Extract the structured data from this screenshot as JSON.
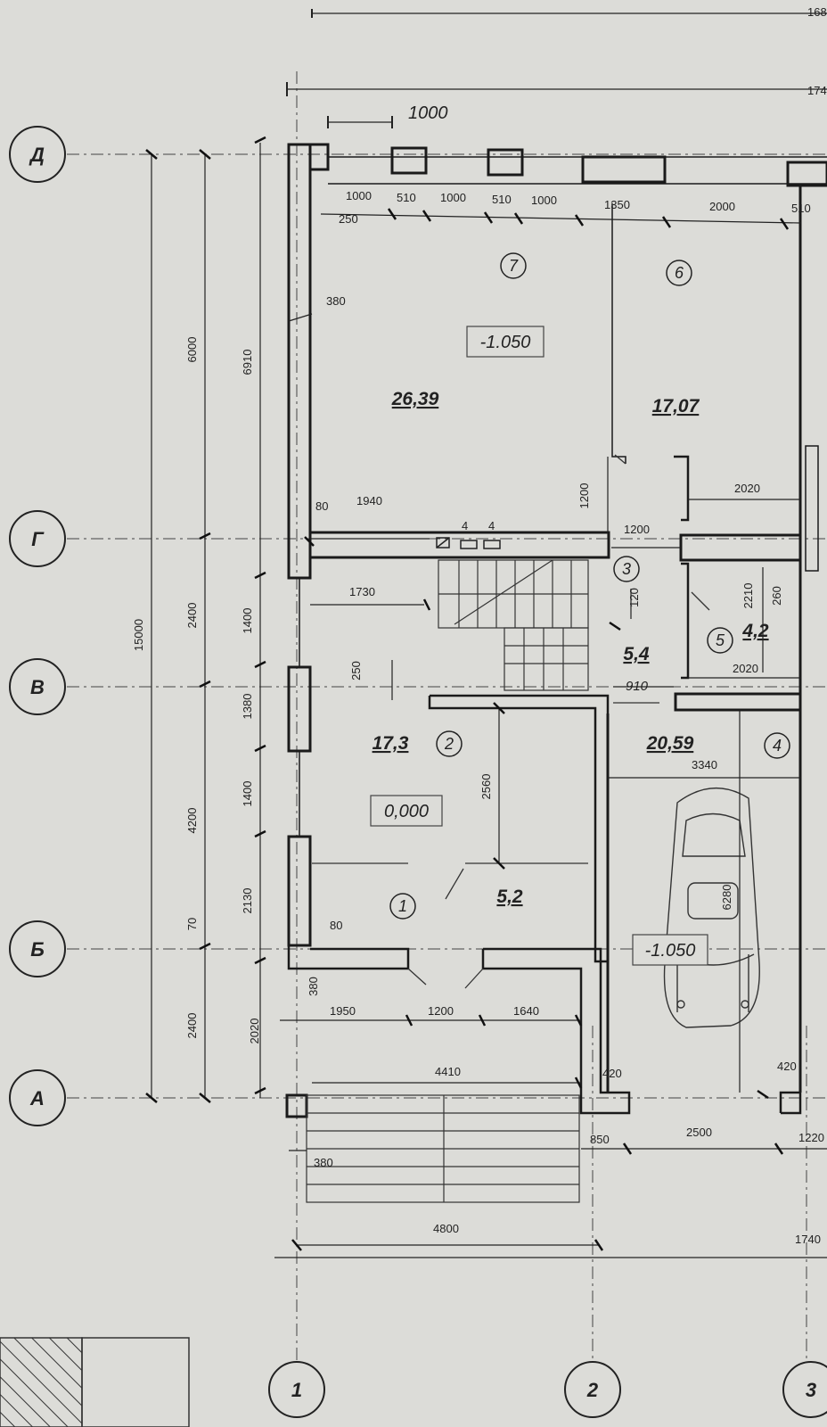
{
  "axes": {
    "rows": [
      {
        "label": "Д"
      },
      {
        "label": "Г"
      },
      {
        "label": "В"
      },
      {
        "label": "Б"
      },
      {
        "label": "А"
      }
    ],
    "cols": [
      {
        "label": "1"
      },
      {
        "label": "2"
      },
      {
        "label": "3"
      }
    ]
  },
  "rooms": [
    {
      "number": "7",
      "area": "26,39",
      "level": "-1.050"
    },
    {
      "number": "6",
      "area": "17,07"
    },
    {
      "number": "3",
      "area": "5,4"
    },
    {
      "number": "5",
      "area": "4,2"
    },
    {
      "number": "2",
      "area": "17,3",
      "level": "0,000"
    },
    {
      "number": "4",
      "area": "20,59",
      "level": "-1.050"
    },
    {
      "number": "1",
      "area": "5,2"
    }
  ],
  "dimensions": {
    "top_overall_1": "168",
    "top_overall_2": "174",
    "top_window_width": "1000",
    "top_chain": [
      "1000",
      "510",
      "1000",
      "510",
      "1000",
      "1350",
      "2000",
      "510"
    ],
    "top_offset": "250",
    "left_outer_total": "15000",
    "left_chain": [
      "6000",
      "2400",
      "4200",
      "70",
      "2400"
    ],
    "left_inner_chain": [
      "6910",
      "1400",
      "1380",
      "1400",
      "2130",
      "2020"
    ],
    "wall_380_top": "380",
    "wall_380_mid": "380",
    "wall_380_bottom": "380",
    "wall_80_top": "80",
    "wall_80_bottom": "80",
    "corridor_1940": "1940",
    "corridor_1730": "1730",
    "stair_250": "250",
    "stair_4a": "4",
    "stair_4b": "4",
    "room6_1200v": "1200",
    "room6_1200h": "1200",
    "room6_2020a": "2020",
    "room5_120": "120",
    "room5_2210": "2210",
    "room5_260": "260",
    "room5_2020b": "2020",
    "door_910": "910",
    "room2_2560": "2560",
    "garage_3340": "3340",
    "garage_6280": "6280",
    "bottom_1950": "1950",
    "bottom_1200": "1200",
    "bottom_1640": "1640",
    "bottom_4410": "4410",
    "bottom_420a": "420",
    "bottom_420b": "420",
    "bottom_850": "850",
    "bottom_2500": "2500",
    "bottom_1220": "1220",
    "bottom_4800": "4800",
    "bottom_1740": "1740"
  }
}
